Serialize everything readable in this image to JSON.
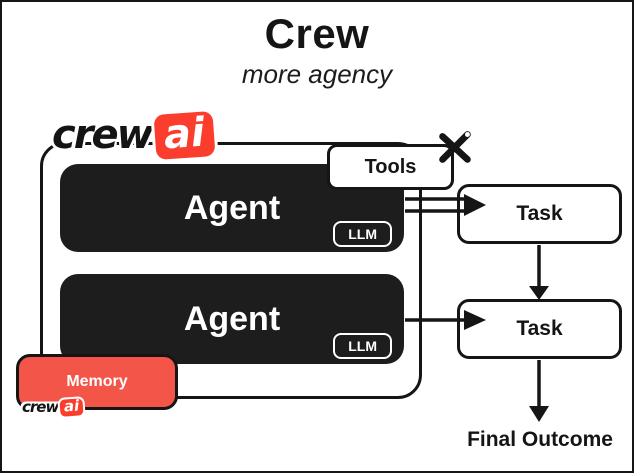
{
  "header": {
    "title": "Crew",
    "subtitle": "more agency"
  },
  "logo": {
    "crew": "crew",
    "ai": "ai"
  },
  "crew": {
    "tools_label": "Tools",
    "memory_label": "Memory",
    "agents": [
      {
        "label": "Agent",
        "llm_label": "LLM"
      },
      {
        "label": "Agent",
        "llm_label": "LLM"
      }
    ]
  },
  "tasks": [
    {
      "label": "Task"
    },
    {
      "label": "Task"
    }
  ],
  "final_outcome_label": "Final Outcome",
  "colors": {
    "ink": "#151515",
    "agent_bg": "#1d1d1d",
    "memory_bg": "#f45549",
    "logo_ai_bg": "#fb3d2e",
    "canvas_bg": "#ffffff"
  }
}
